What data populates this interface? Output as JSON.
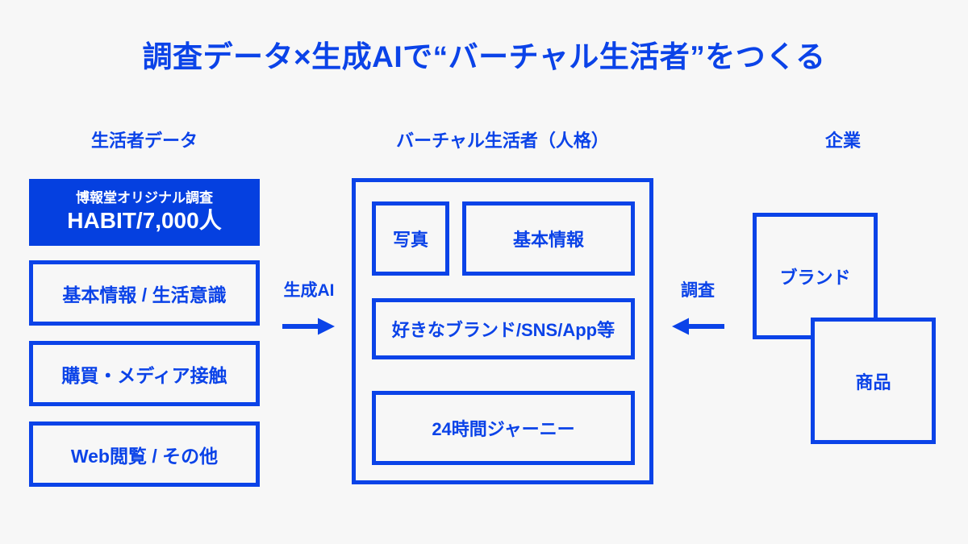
{
  "title": "調査データ×生成AIで“バーチャル生活者”をつくる",
  "colors": {
    "accent": "#0b43e8",
    "fill": "#0540e0",
    "background": "#f7f7f7",
    "on_fill_text": "#ffffff"
  },
  "columns": {
    "left_header": "生活者データ",
    "center_header": "バーチャル生活者（人格）",
    "right_header": "企業"
  },
  "left_column": {
    "habit_card": {
      "subtitle": "博報堂オリジナル調査",
      "value": "HABIT/7,000人"
    },
    "items": [
      {
        "label": "基本情報 / 生活意識"
      },
      {
        "label": "購買・メディア接触"
      },
      {
        "label": "Web閲覧 / その他"
      }
    ]
  },
  "arrows": {
    "left_to_center": {
      "label": "生成AI",
      "icon": "arrow-right-icon",
      "direction": "right"
    },
    "right_to_center": {
      "label": "調査",
      "icon": "arrow-left-icon",
      "direction": "left"
    }
  },
  "center_panel": {
    "boxes": [
      {
        "label": "写真"
      },
      {
        "label": "基本情報"
      },
      {
        "label": "好きなブランド/SNS/App等"
      },
      {
        "label": "24時間ジャーニー"
      }
    ]
  },
  "right_column": {
    "cards": [
      {
        "label": "ブランド"
      },
      {
        "label": "商品"
      }
    ]
  }
}
